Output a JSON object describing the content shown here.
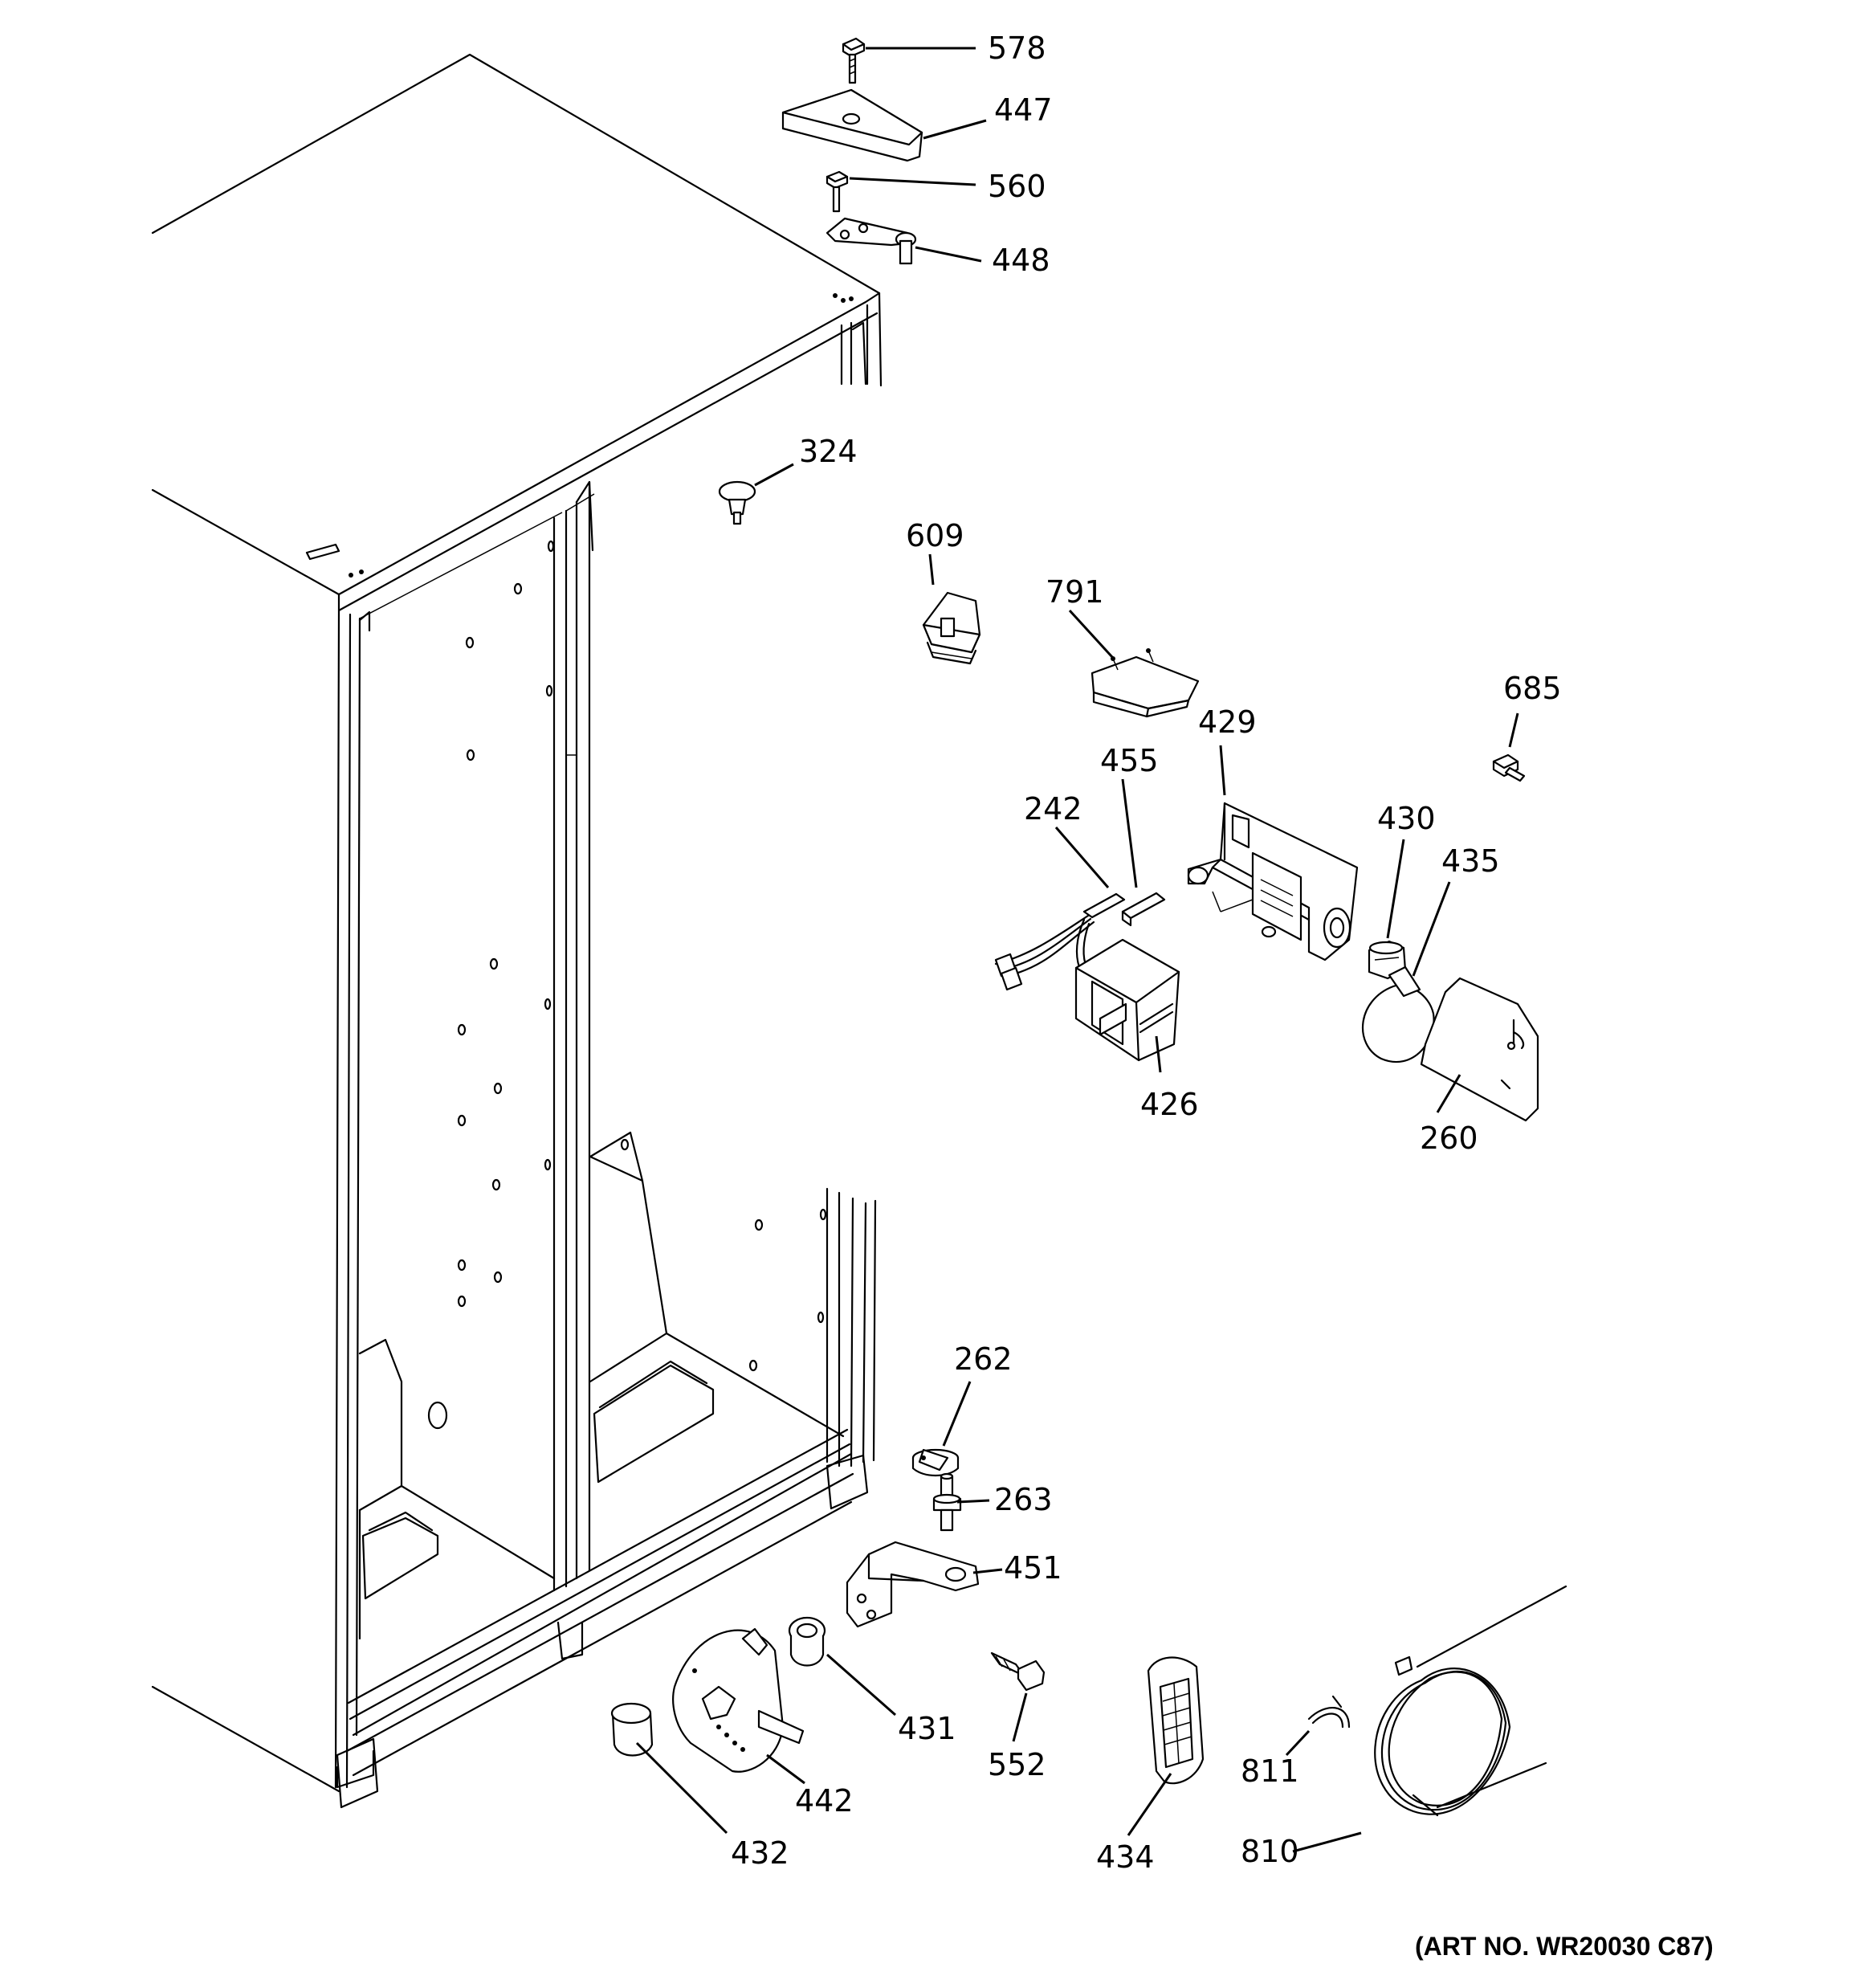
{
  "callouts": [
    {
      "id": "578",
      "text": "578"
    },
    {
      "id": "447",
      "text": "447"
    },
    {
      "id": "560",
      "text": "560"
    },
    {
      "id": "448",
      "text": "448"
    },
    {
      "id": "324",
      "text": "324"
    },
    {
      "id": "609",
      "text": "609"
    },
    {
      "id": "791",
      "text": "791"
    },
    {
      "id": "685",
      "text": "685"
    },
    {
      "id": "429",
      "text": "429"
    },
    {
      "id": "455",
      "text": "455"
    },
    {
      "id": "242",
      "text": "242"
    },
    {
      "id": "430",
      "text": "430"
    },
    {
      "id": "435",
      "text": "435"
    },
    {
      "id": "426",
      "text": "426"
    },
    {
      "id": "260",
      "text": "260"
    },
    {
      "id": "262",
      "text": "262"
    },
    {
      "id": "263",
      "text": "263"
    },
    {
      "id": "451",
      "text": "451"
    },
    {
      "id": "431",
      "text": "431"
    },
    {
      "id": "552",
      "text": "552"
    },
    {
      "id": "442",
      "text": "442"
    },
    {
      "id": "811",
      "text": "811"
    },
    {
      "id": "432",
      "text": "432"
    },
    {
      "id": "434",
      "text": "434"
    },
    {
      "id": "810",
      "text": "810"
    }
  ],
  "art_number": "(ART NO. WR20030 C87)"
}
